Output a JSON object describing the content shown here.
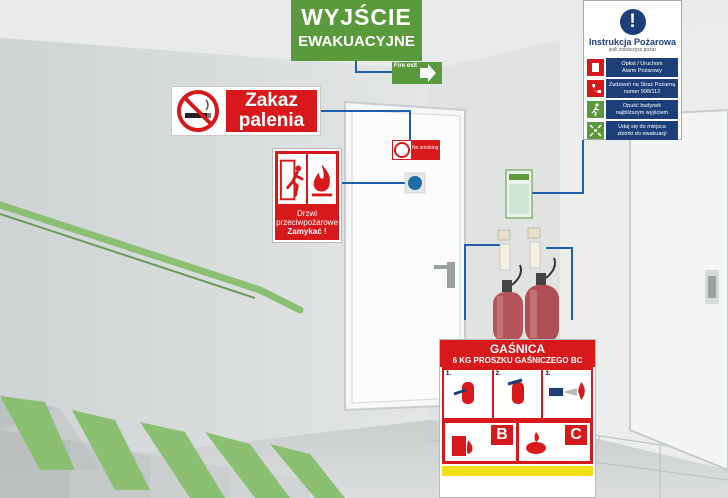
{
  "exit_sign": {
    "line1": "WYJŚCIE",
    "line2": "EWAKUACYJNE"
  },
  "no_smoking_sign": {
    "line1": "Zakaz",
    "line2": "palenia"
  },
  "fire_door_sign": {
    "line1": "Drzwi",
    "line2": "przeciwpożarowe",
    "line3": "Zamykać !"
  },
  "fire_instruction": {
    "title": "Instrukcja Pożarowa",
    "subtitle": "jeśli zobaczysz pożar",
    "steps": [
      {
        "text1": "Opłoś / Uruchom",
        "text2": "Alarm Pożarowy"
      },
      {
        "text1": "Zadzwoń na Straż Pożarną",
        "text2": "numer 998/112"
      },
      {
        "text1": "Opuść budynek",
        "text2": "najbliższym wyjściem"
      },
      {
        "text1": "Udaj się do miejsca",
        "text2": "zbiórki do ewakuacji"
      }
    ]
  },
  "extinguisher_sign": {
    "title": "GAŚNICA",
    "subtitle": "6 KG PROSZKU GAŚNICZEGO BC",
    "step_numbers": [
      "1.",
      "2.",
      "3."
    ],
    "class_letters": [
      "B",
      "C"
    ]
  },
  "wall_signs": {
    "fire_exit": "Fire exit",
    "no_smoking": "No smoking"
  },
  "colors": {
    "exit_green": "#5a9a3c",
    "fire_red": "#d7191c",
    "info_blue": "#1c3f7a",
    "warning_yellow": "#f4e01a"
  }
}
